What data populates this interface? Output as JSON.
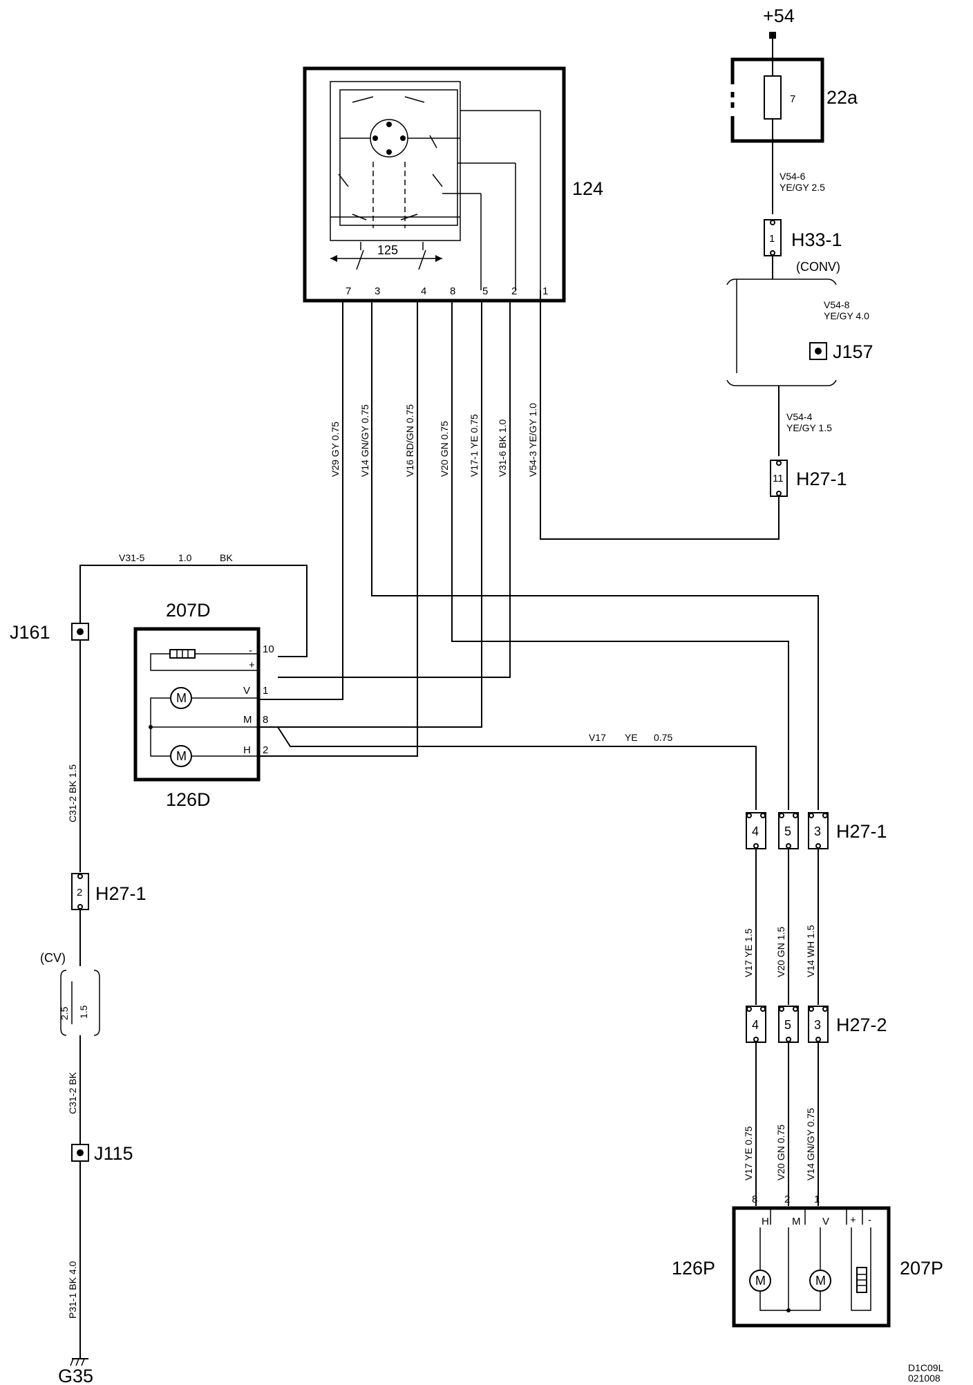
{
  "labels": {
    "supply": "+54",
    "fuse_box": "22a",
    "fuse_num": "7",
    "switch_module": "124",
    "switch_inner": "125",
    "switch_pins": [
      "7",
      "3",
      "4",
      "8",
      "5",
      "2",
      "1"
    ],
    "h33": "H33-1",
    "h33_pin": "1",
    "conv": "(CONV)",
    "j157": "J157",
    "h27_top": "H27-1",
    "h27_top_pin": "11",
    "j161": "J161",
    "left_mirror_top": "207D",
    "left_mirror_bottom": "126D",
    "left_pins": [
      "10",
      "1",
      "8",
      "2"
    ],
    "left_pin_letters": [
      "-",
      "+",
      "V",
      "M",
      "H"
    ],
    "h27_mid": "H27-1",
    "h27_mid_pins": [
      "4",
      "5",
      "3"
    ],
    "h27_2": "H27-2",
    "h27_2_pins": [
      "4",
      "5",
      "3"
    ],
    "h27_left": "H27-1",
    "h27_left_pin": "2",
    "cv": "(CV)",
    "j115": "J115",
    "ground": "G35",
    "right_mirror_left": "126P",
    "right_mirror_right": "207P",
    "right_pins": [
      "8",
      "2",
      "1"
    ],
    "right_pin_letters": [
      "H",
      "M",
      "V",
      "+",
      "-"
    ],
    "motor": "M",
    "ref_code": "D1C09L",
    "ref_date": "021008"
  },
  "wires": {
    "v54_6": "V54-6",
    "v54_6_spec": "YE/GY   2.5",
    "v54_8": "V54-8",
    "v54_8_spec": "YE/GY   4.0",
    "v54_4": "V54-4",
    "v54_4_spec": "YE/GY   1.5",
    "w_v29": "V29   GY   0.75",
    "w_v14": "V14   GN/GY   0.75",
    "w_v16": "V16   RD/GN   0.75",
    "w_v20": "V20   GN   0.75",
    "w_v17_1": "V17-1   YE   0.75",
    "w_v31_6": "V31-6   BK   1.0",
    "w_v54_3": "V54-3   YE/GY   1.0",
    "v31_5": "V31-5",
    "v31_5_size": "1.0",
    "v31_5_color": "BK",
    "v17_h": "V17",
    "v17_h_color": "YE",
    "v17_h_size": "0.75",
    "c31_2_a": "C31-2   BK   1.5",
    "cv_size_a": "2.5",
    "cv_size_b": "1.5",
    "c31_2_b": "C31-2   BK",
    "p31_1": "P31-1   BK   4.0",
    "r_v17_a": "V17   YE   1.5",
    "r_v20_a": "V20   GN   1.5",
    "r_v14_a": "V14   WH   1.5",
    "r_v17_b": "V17   YE   0.75",
    "r_v20_b": "V20   GN   0.75",
    "r_v14_b": "V14   GN/GY   0.75"
  }
}
